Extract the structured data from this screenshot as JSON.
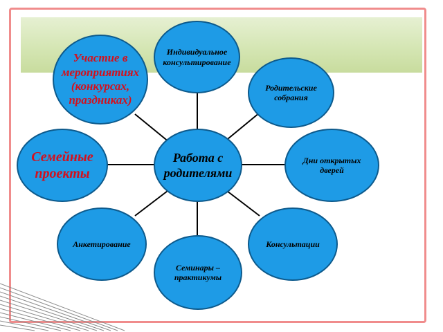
{
  "diagram": {
    "center": "Работа с родителями",
    "nodes": {
      "individual": "Индивидуальное консультирование",
      "parent_meetings": "Родительские собрания",
      "open_days": "Дни открытых дверей",
      "consultations": "Консультации",
      "seminars": "Семинары – практикумы",
      "survey": "Анкетирование",
      "family_projects": "Семейные проекты",
      "events": "Участие в мероприятиях (конкурсах, праздниках)"
    },
    "colors": {
      "bubble_fill": "#1e9be6",
      "bubble_border": "#0d5a8c",
      "highlight_text": "#d4101c",
      "frame": "#f08c8c",
      "banner": "#d5e6b4"
    }
  }
}
